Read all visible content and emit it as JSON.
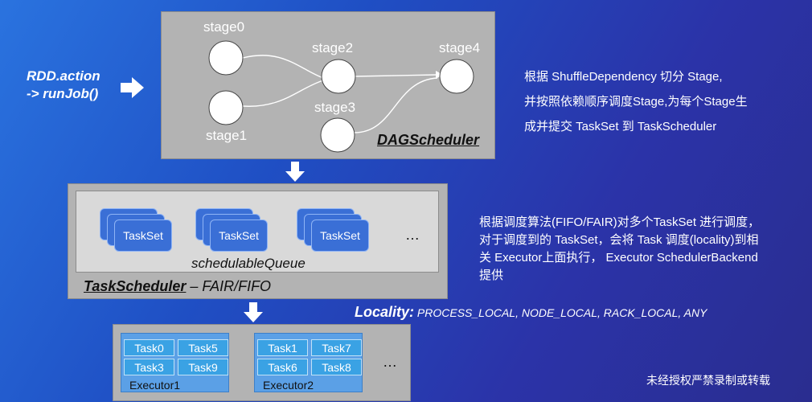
{
  "input": {
    "line1": "RDD.action",
    "line2": "-> runJob()"
  },
  "dag": {
    "title": "DAGScheduler",
    "stages": [
      "stage0",
      "stage1",
      "stage2",
      "stage3",
      "stage4"
    ]
  },
  "desc_dag": [
    "根据 ShuffleDependency 切分 Stage,",
    "并按照依赖顺序调度Stage,为每个Stage生",
    "成并提交 TaskSet 到 TaskScheduler"
  ],
  "task_scheduler": {
    "queue_label": "schedulableQueue",
    "title_name": "TaskScheduler",
    "title_suffix": " – FAIR/FIFO",
    "taskset_label": "TaskSet",
    "ellipsis": "…"
  },
  "desc_ts": [
    "根据调度算法(FIFO/FAIR)对多个TaskSet 进行调度，",
    "对于调度到的 TaskSet，会将 Task 调度(locality)到相",
    "关 Executor上面执行，  Executor SchedulerBackend",
    "提供"
  ],
  "locality": {
    "label": "Locality:",
    "values": " PROCESS_LOCAL, NODE_LOCAL, RACK_LOCAL, ANY"
  },
  "executors": [
    {
      "name": "Executor1",
      "tasks": [
        "Task0",
        "Task5",
        "Task3",
        "Task9"
      ]
    },
    {
      "name": "Executor2",
      "tasks": [
        "Task1",
        "Task7",
        "Task6",
        "Task8"
      ]
    }
  ],
  "executor_ellipsis": "…",
  "footer_note": "未经授权严禁录制或转载"
}
